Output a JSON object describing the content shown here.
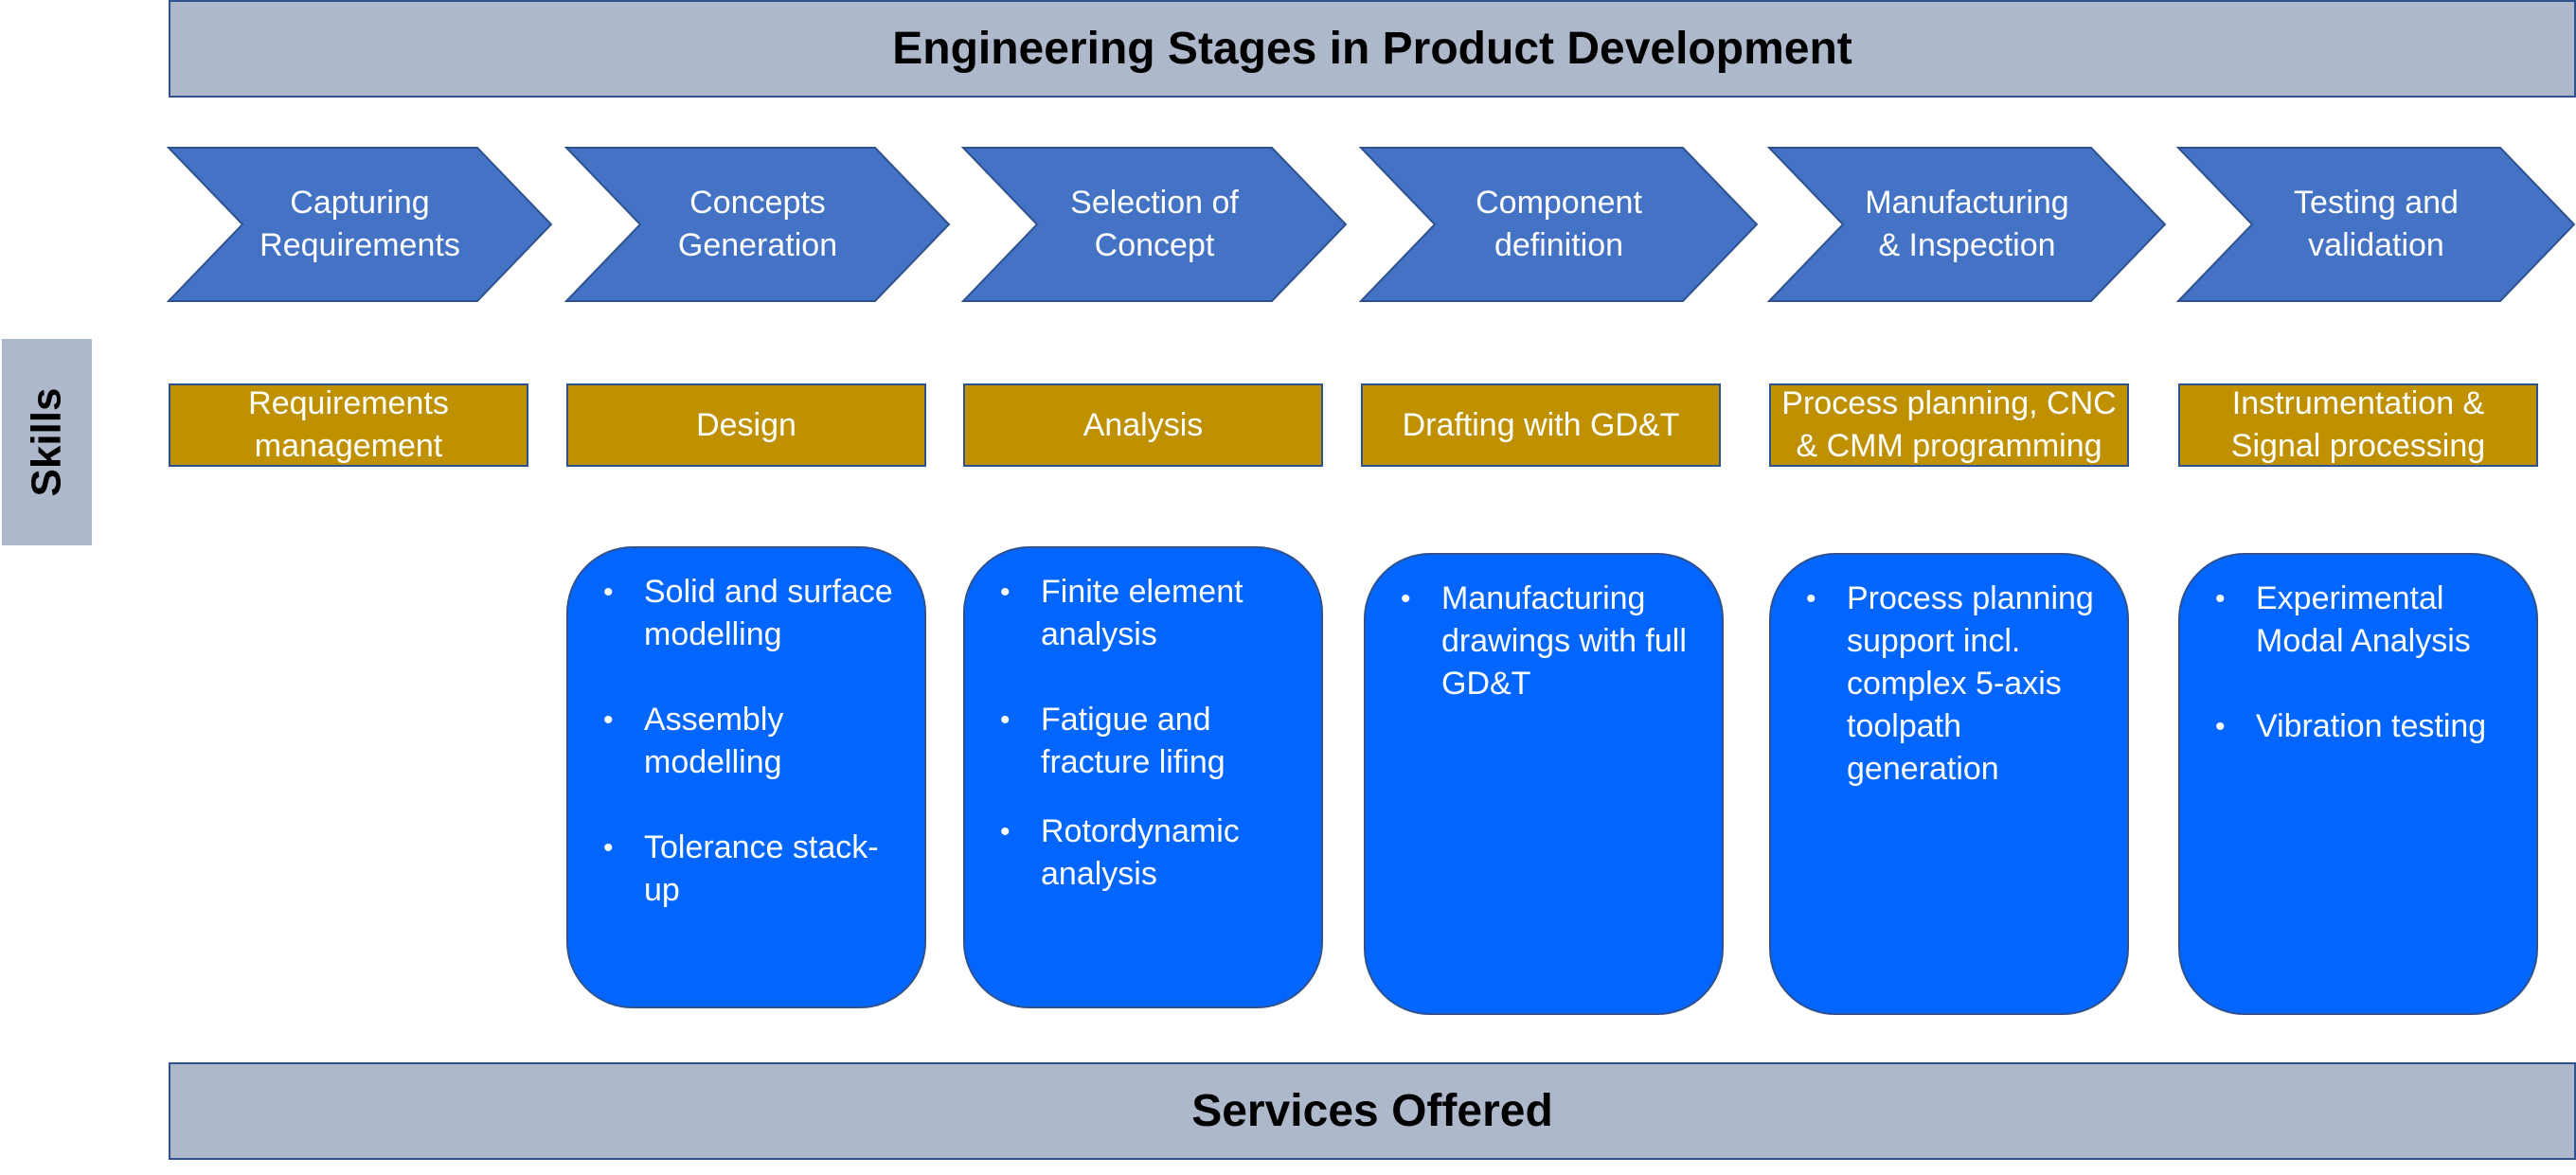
{
  "title": "Engineering Stages in Product Development",
  "side_label": "Skills",
  "footer": "Services Offered",
  "stages": [
    {
      "label": "Capturing\nRequirements"
    },
    {
      "label": "Concepts\nGeneration"
    },
    {
      "label": "Selection of\nConcept"
    },
    {
      "label": "Component\ndefinition"
    },
    {
      "label": "Manufacturing\n& Inspection"
    },
    {
      "label": "Testing and\nvalidation"
    }
  ],
  "skills": [
    {
      "label": "Requirements\nmanagement"
    },
    {
      "label": "Design"
    },
    {
      "label": "Analysis"
    },
    {
      "label": "Drafting with GD&T"
    },
    {
      "label": "Process planning, CNC\n& CMM programming"
    },
    {
      "label": "Instrumentation &\nSignal processing"
    }
  ],
  "services": [
    {
      "items": [
        "Solid and surface modelling",
        "Assembly modelling",
        "Tolerance stack-up"
      ]
    },
    {
      "items": [
        "Finite element analysis",
        "Fatigue and fracture lifing",
        "Rotordynamic analysis"
      ]
    },
    {
      "items": [
        "Manufacturing drawings with full GD&T"
      ]
    },
    {
      "items": [
        "Process planning support incl. complex 5-axis toolpath generation"
      ]
    },
    {
      "items": [
        "Experimental Modal Analysis",
        "Vibration testing"
      ]
    }
  ],
  "colors": {
    "banner": "#adb9ca",
    "chevron": "#4472c4",
    "skill": "#bf9000",
    "service": "#0066ff",
    "outline": "#2f528f"
  }
}
